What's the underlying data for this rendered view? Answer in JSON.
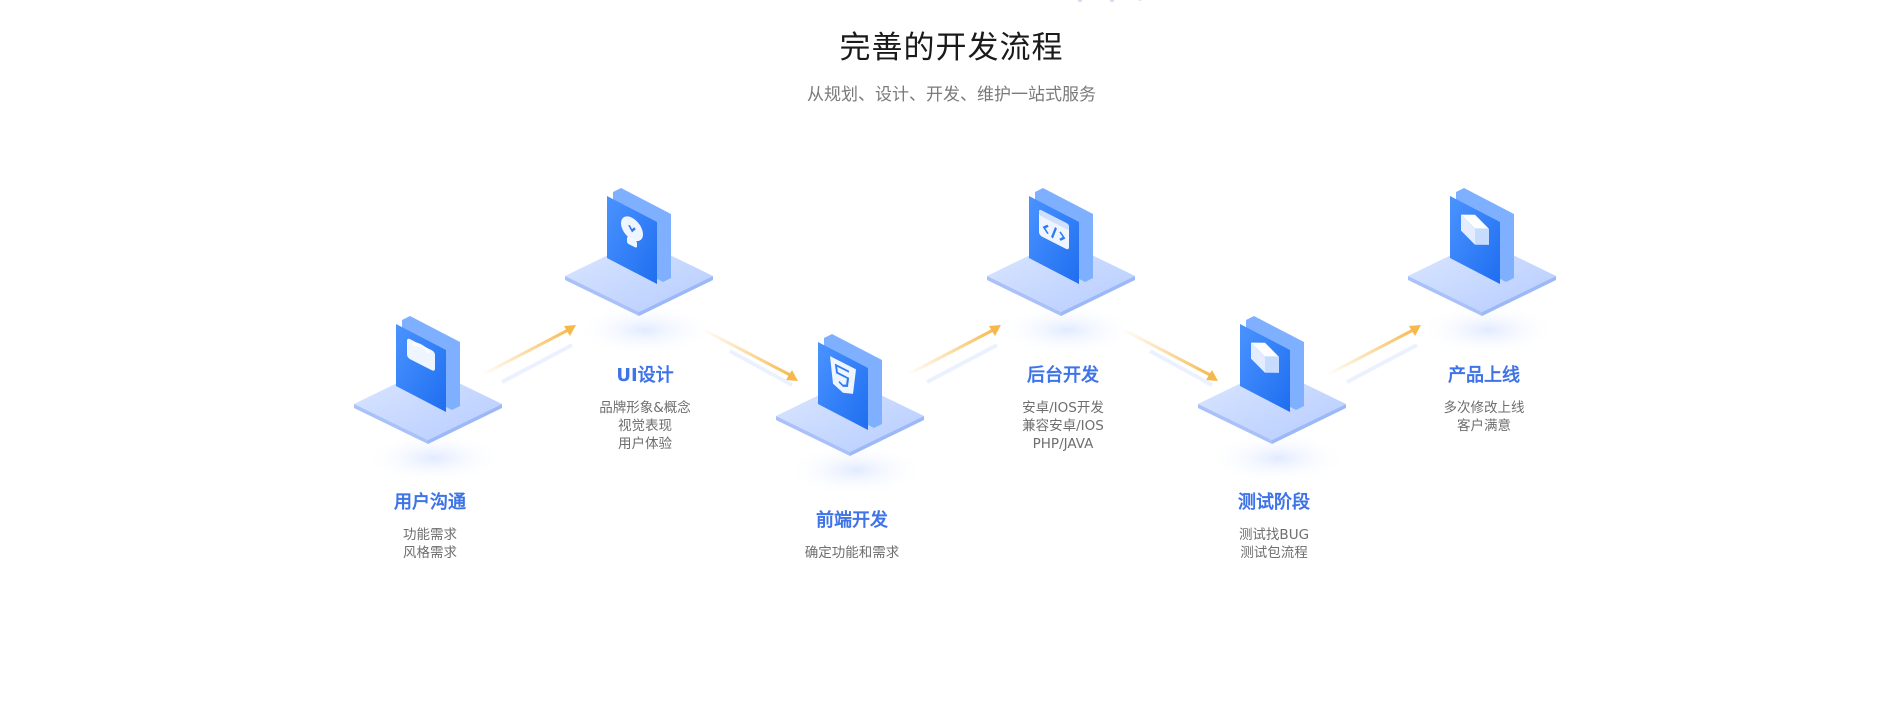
{
  "section": {
    "title": "完善的开发流程",
    "subtitle": "从规划、设计、开发、维护一站式服务"
  },
  "colors": {
    "accent": "#3e74e8",
    "arrow": "#f7b84b",
    "platform": "#c6d8ff",
    "icon": "#2f7bf5"
  },
  "steps": [
    {
      "label": "用户沟通",
      "icon": "toolbox-icon",
      "lines": [
        "功能需求",
        "风格需求"
      ]
    },
    {
      "label": "UI设计",
      "icon": "lightbulb-icon",
      "lines": [
        "品牌形象&概念",
        "视觉表现",
        "用户体验"
      ]
    },
    {
      "label": "前端开发",
      "icon": "html5-icon",
      "lines": [
        "确定功能和需求"
      ]
    },
    {
      "label": "后台开发",
      "icon": "code-window-icon",
      "lines": [
        "安卓/IOS开发",
        "兼容安卓/IOS",
        "PHP/JAVA"
      ]
    },
    {
      "label": "测试阶段",
      "icon": "cube-icon",
      "lines": [
        "测试找BUG",
        "测试包流程"
      ]
    },
    {
      "label": "产品上线",
      "icon": "box-icon",
      "lines": [
        "多次修改上线",
        "客户满意"
      ]
    }
  ]
}
